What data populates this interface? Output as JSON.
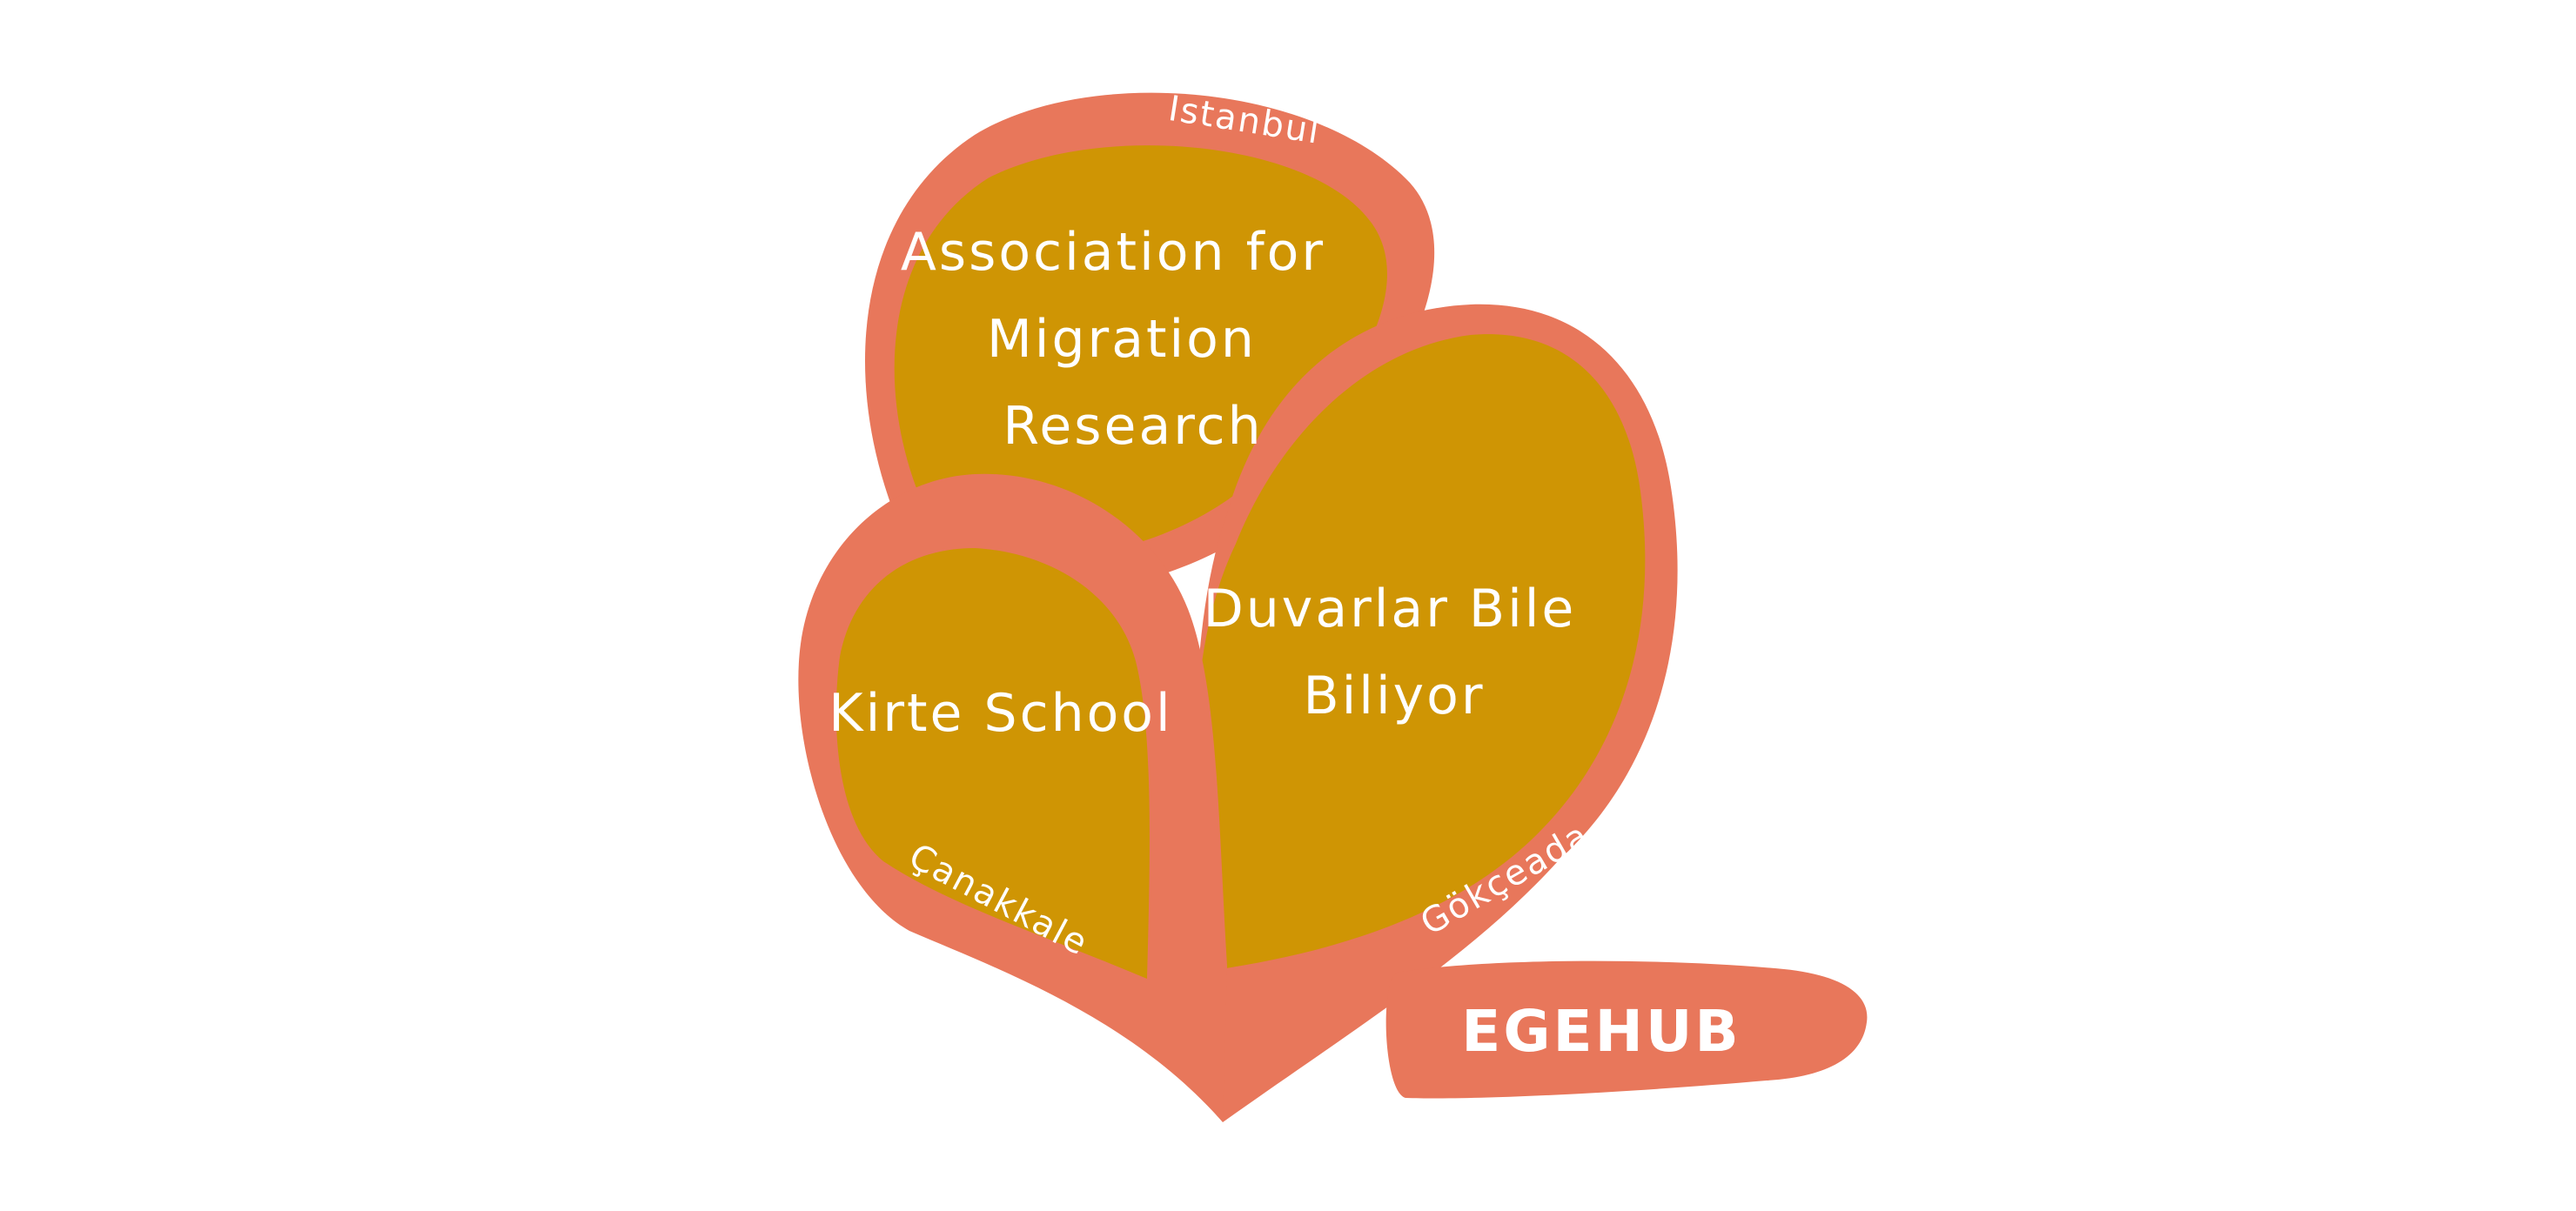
{
  "colors": {
    "rim": "#E8775B",
    "fill": "#CF9504",
    "text": "#FFFFFF",
    "background": "#FFFFFF"
  },
  "organizations": [
    {
      "id": "association",
      "lines": [
        "Association for",
        "Migration",
        "Research"
      ],
      "place": "Istanbul"
    },
    {
      "id": "duvarlar",
      "lines": [
        "Duvarlar Bile",
        "Biliyor"
      ],
      "place": "Gökçeada"
    },
    {
      "id": "kirte",
      "lines": [
        "Kirte School"
      ],
      "place": "Çanakkale"
    }
  ],
  "brand": "EGEHUB"
}
